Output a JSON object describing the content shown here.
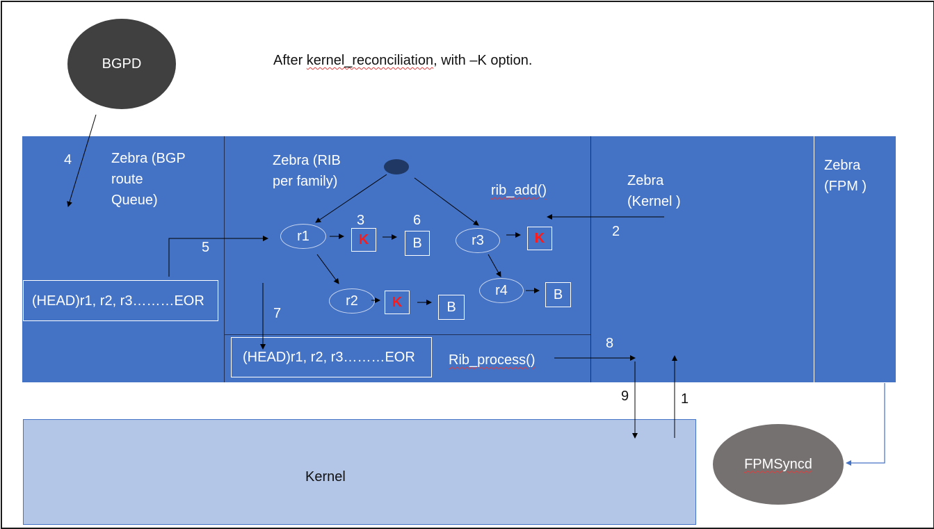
{
  "title": "After kernel_reconciliation, with –K option.",
  "title_prefix": "After ",
  "title_word": "kernel_reconciliation",
  "title_suffix": ", with –K option.",
  "bgpd": "BGPD",
  "fpmsyncd": "FPMSyncd",
  "kernel": "Kernel",
  "zebra_bgp": [
    "Zebra (BGP",
    "route",
    "Queue)"
  ],
  "zebra_rib": [
    "Zebra (RIB",
    "per family)"
  ],
  "zebra_kernel": [
    "Zebra",
    "(Kernel )"
  ],
  "zebra_fpm": [
    "Zebra",
    "(FPM )"
  ],
  "rib_add": "rib_add()",
  "rib_process": "Rib_process()",
  "queue_bgp": "(HEAD)r1, r2, r3………EOR",
  "queue_rib": "(HEAD)r1, r2, r3………EOR",
  "nodes": {
    "r1": "r1",
    "r2": "r2",
    "r3": "r3",
    "r4": "r4"
  },
  "k_label": "K",
  "b_label": "B",
  "steps": {
    "s1": "1",
    "s2": "2",
    "s3": "3",
    "s4": "4",
    "s5": "5",
    "s6": "6",
    "s7": "7",
    "s8": "8",
    "s9": "9"
  },
  "colors": {
    "panel": "#4472c4",
    "kernel": "#b4c6e7",
    "ellipse": "#404040",
    "fpmsyncd": "#767171",
    "k": "#ff1a1a",
    "top_node": "#1f3864"
  }
}
